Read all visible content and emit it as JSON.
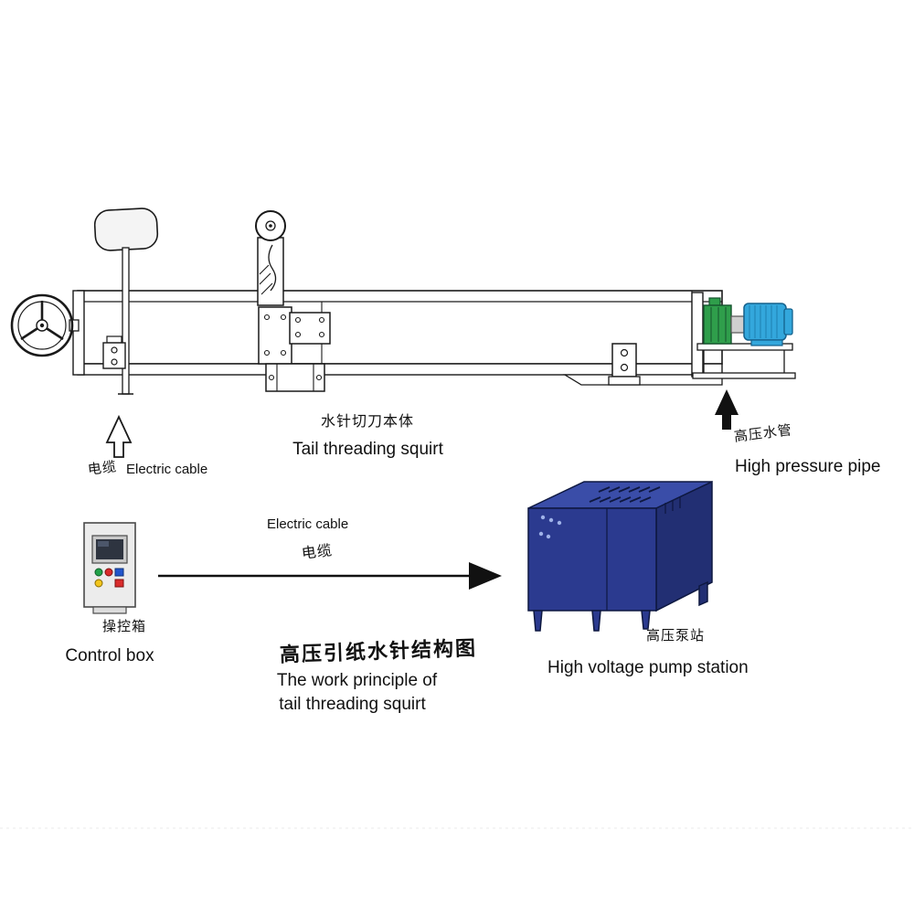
{
  "title": {
    "zh": "高压引纸水针结构图",
    "en_line1": "The work principle of",
    "en_line2": "tail threading squirt"
  },
  "labels": {
    "tail_squirt": {
      "zh": "水针切刀本体",
      "en": "Tail threading squirt"
    },
    "electric_cable_left": {
      "zh": "电缆",
      "en": "Electric cable"
    },
    "electric_cable_mid": {
      "en": "Electric cable",
      "zh": "电缆"
    },
    "control_box": {
      "zh": "操控箱",
      "en": "Control box"
    },
    "pump_station": {
      "zh": "高压泵站",
      "en": "High voltage pump station"
    },
    "high_pressure_pipe": {
      "zh": "高压水管",
      "en": "High pressure pipe"
    }
  },
  "colors": {
    "line": "#1a1a1a",
    "pump_station_blue": "#2b3a8f",
    "pump_station_top": "#3a4da8",
    "pump_station_side": "#222f73",
    "motor_blue": "#33a7dc",
    "pump_green": "#2f9e4b",
    "button_red": "#d92b2b",
    "button_green": "#22a24a",
    "button_yellow": "#f2c51d"
  }
}
